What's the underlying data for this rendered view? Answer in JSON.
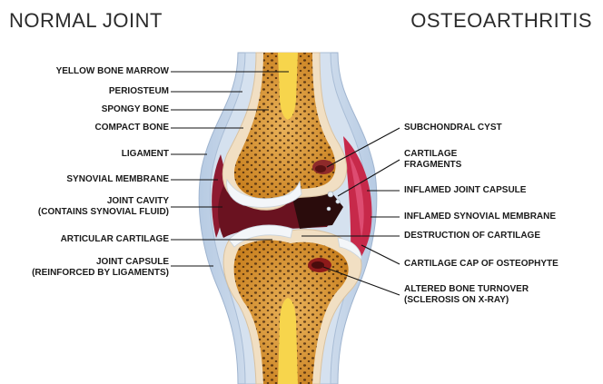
{
  "headings": {
    "left": "NORMAL JOINT",
    "right": "OSTEOARTHRITIS"
  },
  "labels_left": [
    {
      "id": "yellow-bone-marrow",
      "lines": [
        "YELLOW BONE MARROW"
      ]
    },
    {
      "id": "periosteum",
      "lines": [
        "PERIOSTEUM"
      ]
    },
    {
      "id": "spongy-bone",
      "lines": [
        "SPONGY BONE"
      ]
    },
    {
      "id": "compact-bone",
      "lines": [
        "COMPACT BONE"
      ]
    },
    {
      "id": "ligament",
      "lines": [
        "LIGAMENT"
      ]
    },
    {
      "id": "synovial-membrane",
      "lines": [
        "SYNOVIAL MEMBRANE"
      ]
    },
    {
      "id": "joint-cavity",
      "lines": [
        "JOINT CAVITY",
        "(CONTAINS SYNOVIAL FLUID)"
      ]
    },
    {
      "id": "articular-cartilage",
      "lines": [
        "ARTICULAR CARTILAGE"
      ]
    },
    {
      "id": "joint-capsule",
      "lines": [
        "JOINT CAPSULE",
        "(REINFORCED BY LIGAMENTS)"
      ]
    }
  ],
  "labels_right": [
    {
      "id": "subchondral-cyst",
      "lines": [
        "SUBCHONDRAL CYST"
      ]
    },
    {
      "id": "cartilage-fragments",
      "lines": [
        "CARTILAGE",
        "FRAGMENTS"
      ]
    },
    {
      "id": "inflamed-joint-capsule",
      "lines": [
        "INFLAMED JOINT CAPSULE"
      ]
    },
    {
      "id": "inflamed-synovial-membrane",
      "lines": [
        "INFLAMED SYNOVIAL MEMBRANE"
      ]
    },
    {
      "id": "destruction-of-cartilage",
      "lines": [
        "DESTRUCTION OF CARTILAGE"
      ]
    },
    {
      "id": "cartilage-cap-of-osteophyte",
      "lines": [
        "CARTILAGE CAP OF OSTEOPHYTE"
      ]
    },
    {
      "id": "altered-bone-turnover",
      "lines": [
        "ALTERED BONE TURNOVER",
        "(SCLEROSIS ON X-RAY)"
      ]
    }
  ],
  "colors": {
    "capsule_outer": "#c9d8ea",
    "capsule_inner": "#9fb8d8",
    "bone_shell": "#f3e1c4",
    "spongy_bone": "#e1a23e",
    "marrow": "#f6d04e",
    "cartilage": "#eef2f6",
    "synovial_red": "#a41e3a",
    "inflamed": "#d63c5a",
    "cavity_dark": "#3a1010",
    "leader": "#111111"
  }
}
